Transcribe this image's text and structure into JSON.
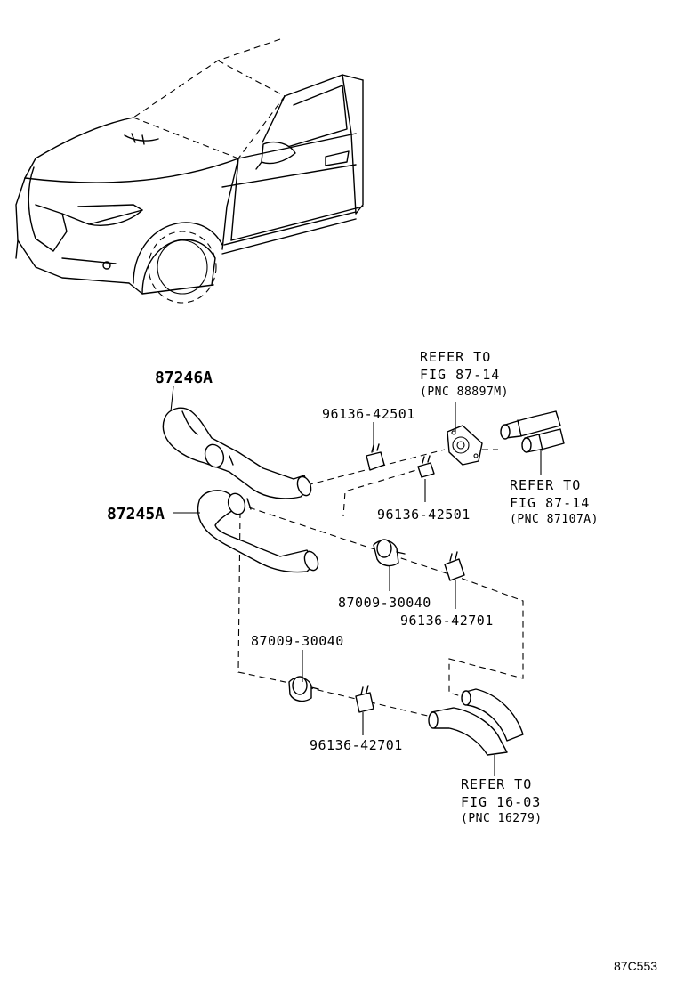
{
  "labels": {
    "hose_upper": "87246A",
    "hose_lower": "87245A",
    "clamp_a1": "96136-42501",
    "clamp_a2": "96136-42501",
    "clip_1": "87009-30040",
    "clamp_b1": "96136-42701",
    "clip_2": "87009-30040",
    "clamp_b2": "96136-42701"
  },
  "refs": {
    "r1": {
      "line1": "REFER TO",
      "line2": "FIG 87-14",
      "line3": "(PNC 88897M)"
    },
    "r2": {
      "line1": "REFER TO",
      "line2": "FIG 87-14",
      "line3": "(PNC 87107A)"
    },
    "r3": {
      "line1": "REFER TO",
      "line2": "FIG 16-03",
      "line3": "(PNC 16279)"
    }
  },
  "figure_code": "87C553"
}
